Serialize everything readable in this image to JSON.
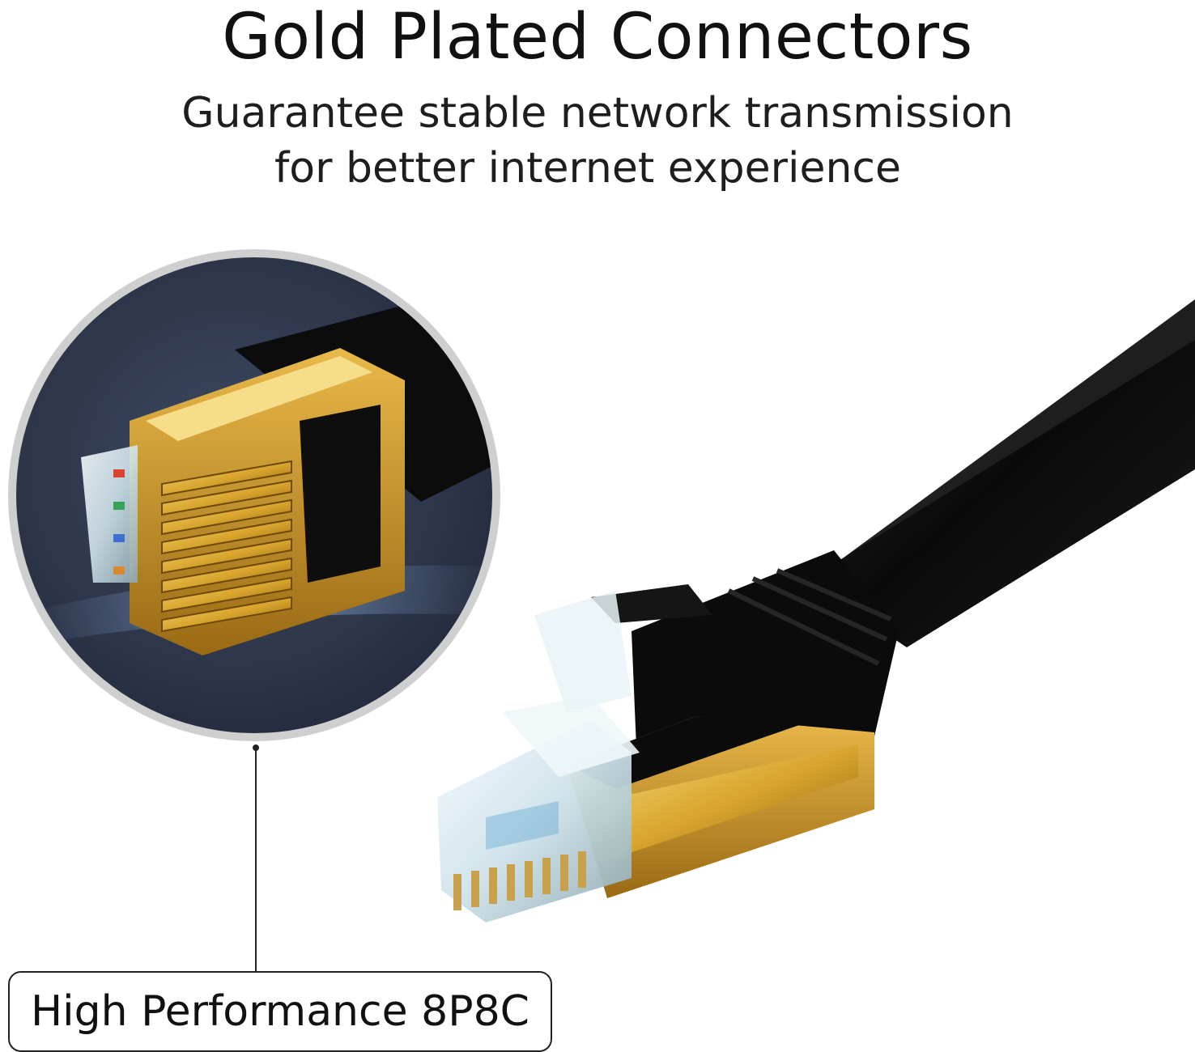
{
  "heading": {
    "title": "Gold Plated Connectors",
    "subtitle_line1": "Guarantee stable network transmission",
    "subtitle_line2": "for better internet experience"
  },
  "callout": {
    "label": "High Performance 8P8C"
  },
  "colors": {
    "text": "#111111",
    "gold": "#d9a62e",
    "cable": "#0d0d0d",
    "ring": "#cfcfcf"
  },
  "icons": [
    "magnified-connector-image",
    "ethernet-cable-image"
  ]
}
